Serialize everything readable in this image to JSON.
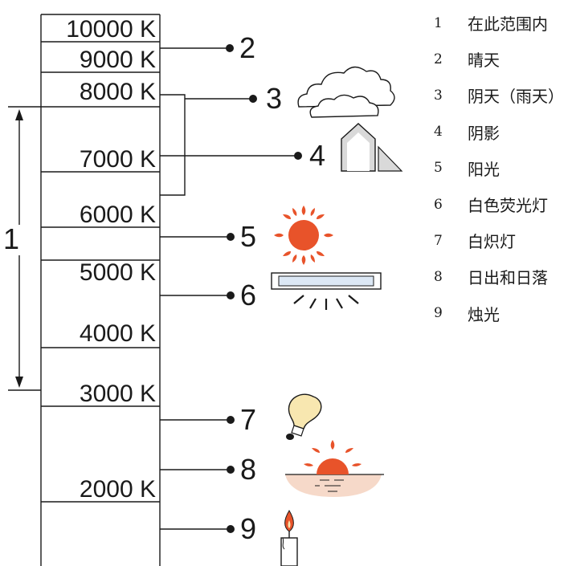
{
  "scale": {
    "labels": [
      "10000 K",
      "9000 K",
      "8000 K",
      "7000 K",
      "6000 K",
      "5000 K",
      "4000 K",
      "3000 K",
      "2000 K"
    ]
  },
  "range_marker": {
    "label": "1"
  },
  "markers": [
    {
      "num": "2",
      "icon": "blue-sky-icon"
    },
    {
      "num": "3",
      "icon": "cloud-icon"
    },
    {
      "num": "4",
      "icon": "shade-house-icon"
    },
    {
      "num": "5",
      "icon": "sun-icon"
    },
    {
      "num": "6",
      "icon": "fluorescent-lamp-icon"
    },
    {
      "num": "7",
      "icon": "light-bulb-icon"
    },
    {
      "num": "8",
      "icon": "sunset-icon"
    },
    {
      "num": "9",
      "icon": "candle-icon"
    }
  ],
  "legend": [
    {
      "num": "1",
      "text": "在此范围内"
    },
    {
      "num": "2",
      "text": "晴天"
    },
    {
      "num": "3",
      "text": "阴天（雨天）"
    },
    {
      "num": "4",
      "text": "阴影"
    },
    {
      "num": "5",
      "text": "阳光"
    },
    {
      "num": "6",
      "text": "白色荧光灯"
    },
    {
      "num": "7",
      "text": "白炽灯"
    },
    {
      "num": "8",
      "text": "日出和日落"
    },
    {
      "num": "9",
      "text": "烛光"
    }
  ],
  "colors": {
    "sun": "#e8532a",
    "sun_rays": "#e8532a",
    "sunset_water": "#f6d9c9",
    "house_gray": "#d9d9d9",
    "bulb": "#f8e7b0",
    "lamp_tube": "#dce8f5",
    "line": "#1a1a1a"
  }
}
